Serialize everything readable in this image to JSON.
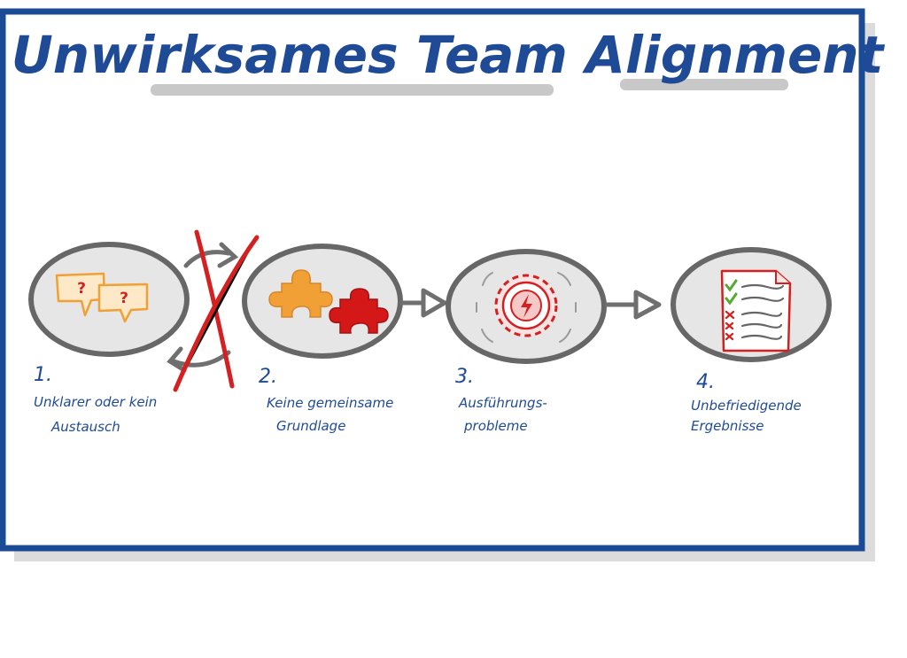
{
  "title": "Unwirksames Team Alignment",
  "colors": {
    "frame": "#1b4b96",
    "text": "#1e4a96",
    "circle_stroke": "#676767",
    "circle_fill": "#e6e6e6",
    "highlight_bar": "#c8c8c8",
    "orange": "#f0a035",
    "red": "#d42020",
    "check_green": "#55a830"
  },
  "steps": [
    {
      "number": "1.",
      "line1": "Unklarer oder kein",
      "line2": "Austausch",
      "icon": "question-speech-bubbles-icon",
      "bubble_marks": [
        "?",
        "?"
      ]
    },
    {
      "number": "2.",
      "line1": "Keine gemeinsame",
      "line2": "Grundlage",
      "icon": "puzzle-pieces-icon"
    },
    {
      "number": "3.",
      "line1": "Ausführungs-",
      "line2": "probleme",
      "icon": "gear-lightning-icon"
    },
    {
      "number": "4.",
      "line1": "Unbefriedigende",
      "line2": "Ergebnisse",
      "icon": "checklist-document-icon"
    }
  ],
  "annotations": {
    "crossed_out_cycle": "red-x-icon"
  }
}
